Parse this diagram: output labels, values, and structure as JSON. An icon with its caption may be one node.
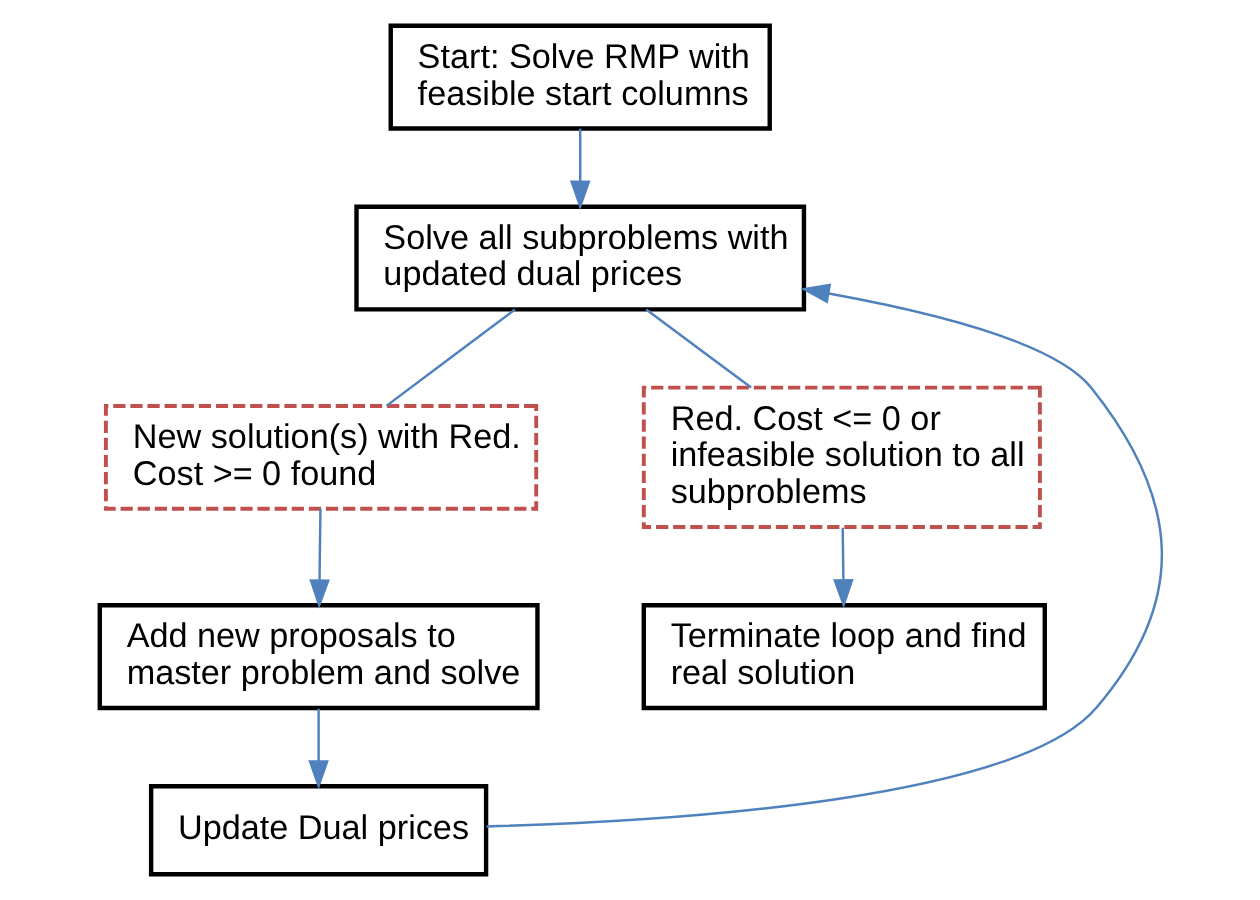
{
  "diagram": {
    "nodes": [
      {
        "text": [
          "Start: Solve RMP with feasible start columns"
        ]
      },
      {
        "text": [
          "Solve all subproblems with updated dual prices"
        ]
      },
      {
        "text": [
          "New solution(s) with Red. Cost >= 0 found"
        ]
      },
      {
        "text": [
          "Red. Cost <= 0 or infeasible solution to all subproblems"
        ]
      },
      {
        "text": [
          "Add new proposals to master problem and solve"
        ]
      },
      {
        "text": [
          "Terminate loop and find real solution"
        ]
      },
      {
        "text": [
          "Update Dual prices"
        ]
      }
    ],
    "edges": [
      {
        "from": 0,
        "to": 1,
        "arrow": "to"
      },
      {
        "from": 1,
        "to": 2,
        "arrow": "none"
      },
      {
        "from": 1,
        "to": 3,
        "arrow": "none"
      },
      {
        "from": 2,
        "to": 4,
        "arrow": "to"
      },
      {
        "from": 3,
        "to": 5,
        "arrow": "to"
      },
      {
        "from": 4,
        "to": 6,
        "arrow": "to"
      },
      {
        "from": 6,
        "to": 1,
        "arrow": "to"
      }
    ]
  }
}
